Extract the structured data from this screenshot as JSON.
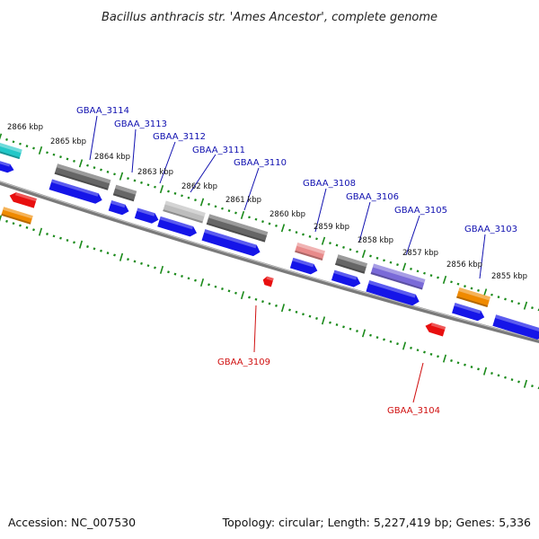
{
  "title": "Bacillus anthracis str. 'Ames Ancestor', complete genome",
  "accession": "Accession: NC_007530",
  "summary": "Topology: circular; Length: 5,227,419 bp; Genes: 5,336",
  "colors": {
    "backbone": "#7a7a7a",
    "tick_green": "#1a8a1a",
    "forward_gene": "#1515e8",
    "reverse_gene": "#e80f0f",
    "label_forward": "#1010b0",
    "label_reverse": "#d01010",
    "feature_dark_gray": "#666666",
    "feature_light_gray": "#bdbdbd",
    "feature_pink": "#e88a8a",
    "feature_lavender": "#7a6ad8",
    "feature_orange": "#f08a00",
    "feature_cyan": "#22c8c8"
  },
  "kbp_labels": [
    "2866 kbp",
    "2865 kbp",
    "2864 kbp",
    "2863 kbp",
    "2862 kbp",
    "2861 kbp",
    "2860 kbp",
    "2859 kbp",
    "2858 kbp",
    "2857 kbp",
    "2856 kbp",
    "2855 kbp"
  ],
  "forward_genes": [
    "GBAA_3114",
    "GBAA_3113",
    "GBAA_3112",
    "GBAA_3111",
    "GBAA_3110",
    "GBAA_3108",
    "GBAA_3106",
    "GBAA_3105",
    "GBAA_3103"
  ],
  "reverse_genes": [
    "GBAA_3109",
    "GBAA_3104"
  ]
}
